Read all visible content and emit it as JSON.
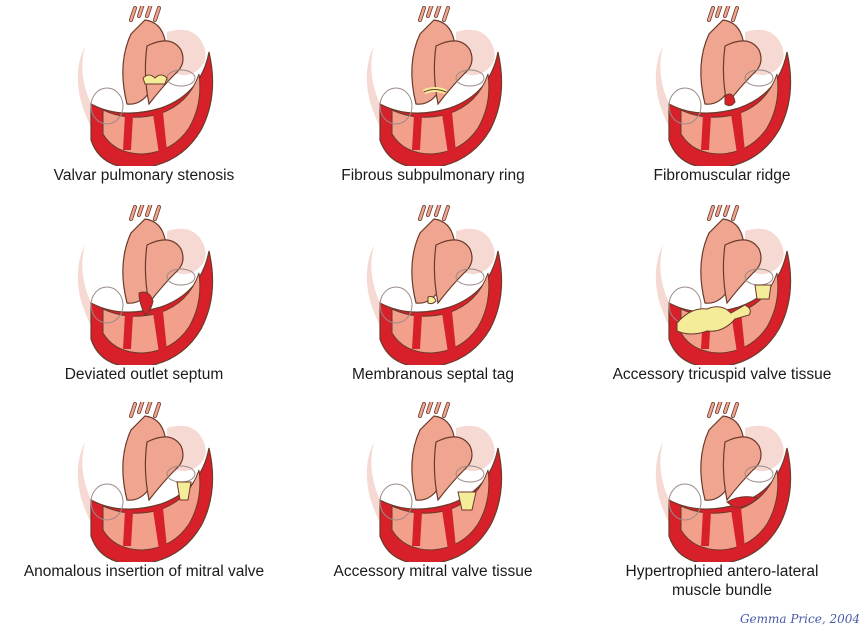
{
  "panels": [
    {
      "caption": "Valvar pulmonary stenosis",
      "lesion": "valvar"
    },
    {
      "caption": "Fibrous subpulmonary ring",
      "lesion": "ring"
    },
    {
      "caption": "Fibromuscular ridge",
      "lesion": "ridge"
    },
    {
      "caption": "Deviated outlet septum",
      "lesion": "septum"
    },
    {
      "caption": "Membranous septal tag",
      "lesion": "tag"
    },
    {
      "caption": "Accessory tricuspid valve tissue",
      "lesion": "tricuspid"
    },
    {
      "caption": "Anomalous insertion of mitral valve",
      "lesion": "mitral-insertion"
    },
    {
      "caption": "Accessory mitral valve tissue",
      "lesion": "mitral-accessory"
    },
    {
      "caption": "Hypertrophied antero-lateral\nmuscle bundle",
      "lesion": "bundle"
    }
  ],
  "signature": "Gemma Price, 2004",
  "colors": {
    "myocardium": "#d8202a",
    "chamber": "#f2a08c",
    "vessel": "#f0a590",
    "outline": "#6a3a2a",
    "atrium": "#f6d9d2",
    "valve_tissue": "#f5ec9a"
  }
}
